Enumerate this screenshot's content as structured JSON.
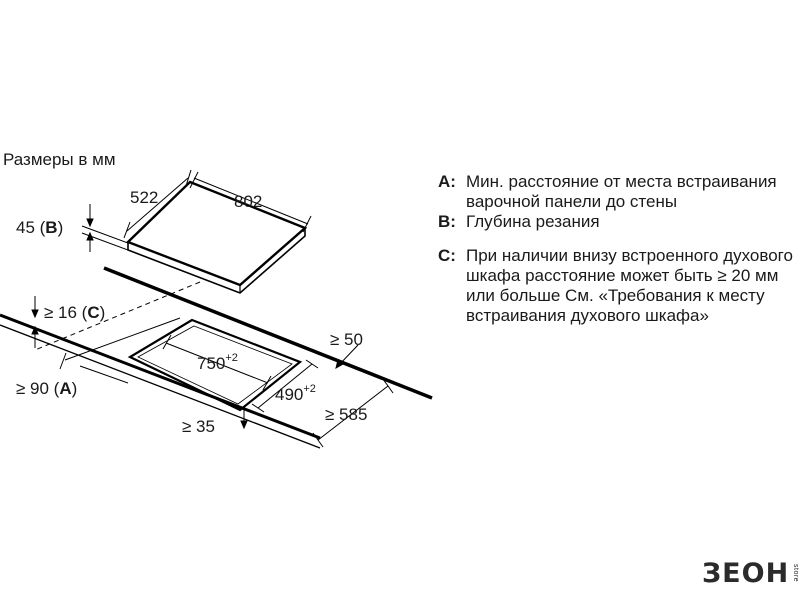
{
  "diagram": {
    "caption": "Размеры в мм",
    "dimensions": {
      "hob_depth": "522",
      "hob_width": "802",
      "thickness": "45 (",
      "thickness_key": "B",
      "thickness_close": ")",
      "recess": "≥ 16 (",
      "recess_key": "C",
      "recess_close": ")",
      "cutout_width": "750",
      "cutout_width_tol": "+2",
      "cutout_depth": "490",
      "cutout_depth_tol": "+2",
      "rear_gap": "≥ 50",
      "front_gap": "≥ 90 (",
      "front_gap_key": "A",
      "front_gap_close": ")",
      "edge_gap": "≥ 35",
      "worktop_depth": "≥ 585"
    }
  },
  "legend": [
    {
      "key": "A:",
      "text": "Мин. расстояние от места встраивания варочной панели до стены"
    },
    {
      "key": "B:",
      "text": "Глубина резания"
    },
    {
      "key": "C:",
      "text": "При наличии внизу встроенного духового шкафа расстояние может быть ≥ 20 мм или больше См. «Требования к месту встраивания духового шкафа»"
    }
  ],
  "logo": {
    "name": "ЗЕОН",
    "side": "store"
  }
}
